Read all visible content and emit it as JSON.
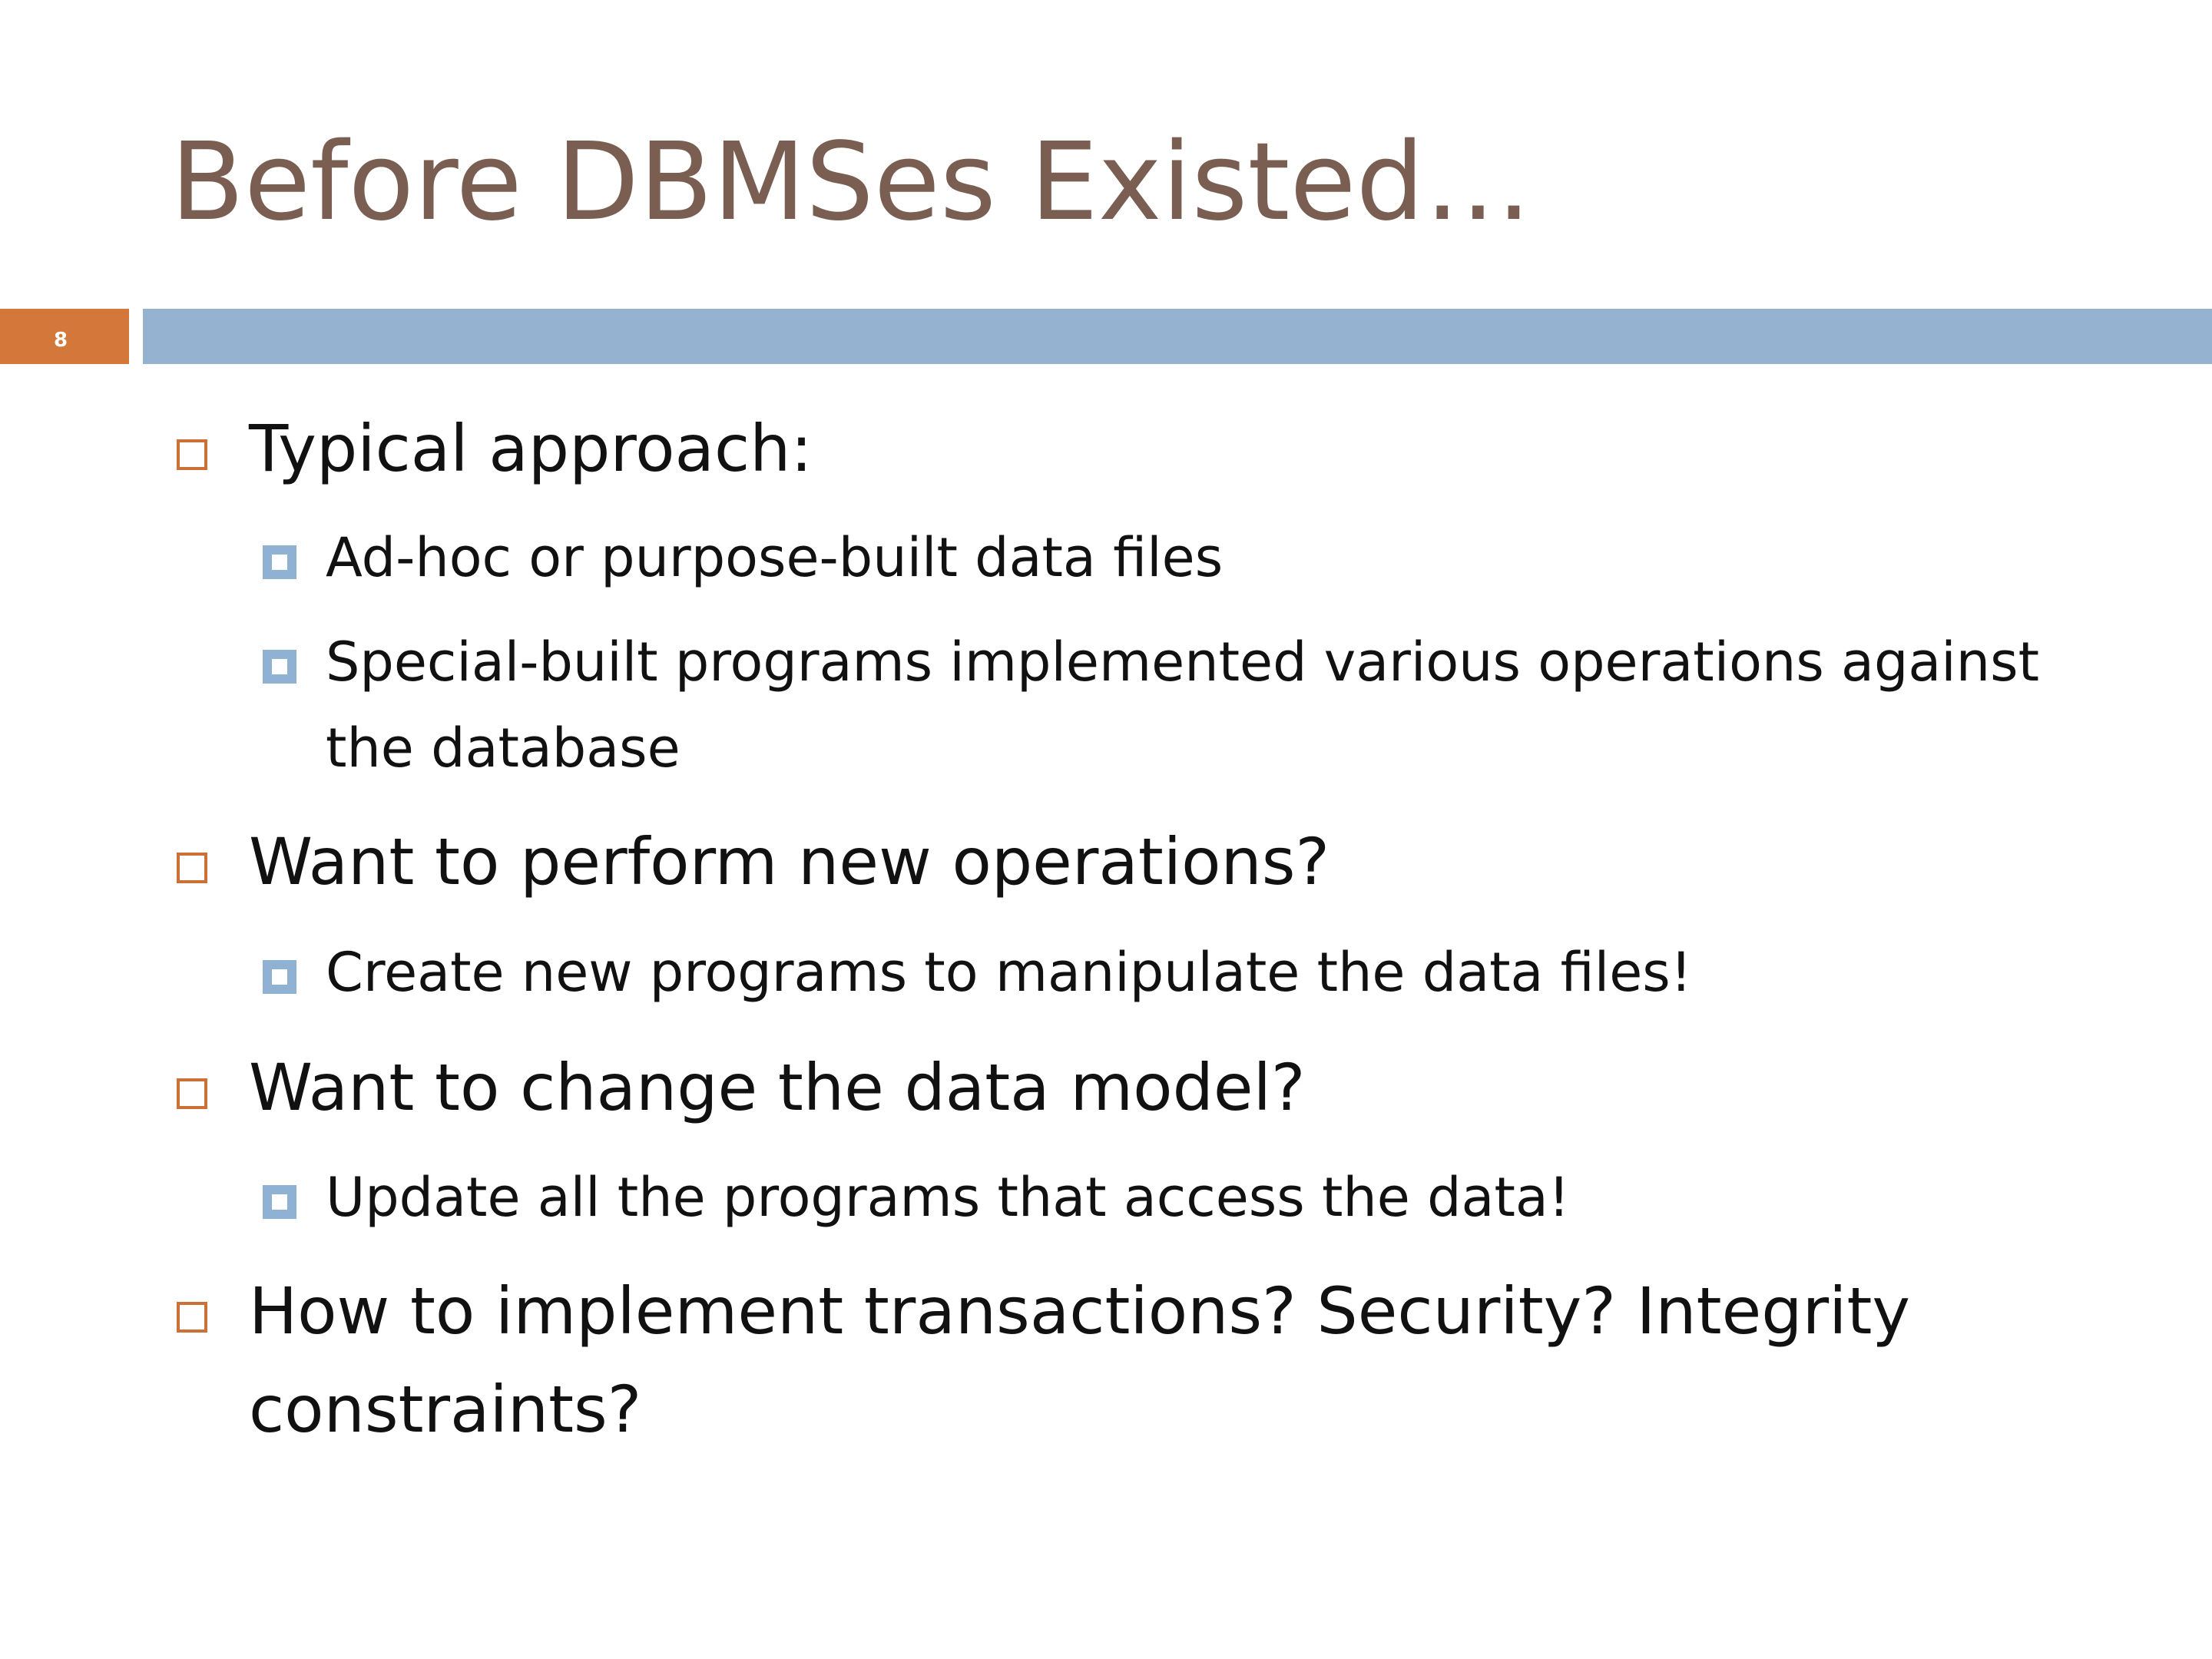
{
  "slide": {
    "title": "Before DBMSes Existed…",
    "number": "8",
    "colors": {
      "title": "#7a5e52",
      "number_box": "#d3773a",
      "divider_bar": "#95b3d0",
      "level1_marker": "#cc7038",
      "level2_marker": "#8fb1d3",
      "body_text": "#111111"
    },
    "bullets": [
      {
        "level": 1,
        "text": "Typical approach:"
      },
      {
        "level": 2,
        "text": "Ad-hoc or purpose-built data files"
      },
      {
        "level": 2,
        "text": "Special-built programs implemented various operations against the database"
      },
      {
        "level": 1,
        "text": "Want to perform new operations?"
      },
      {
        "level": 2,
        "text": "Create new programs to manipulate the data files!"
      },
      {
        "level": 1,
        "text": "Want to change the data model?"
      },
      {
        "level": 2,
        "text": "Update all the programs that access the data!"
      },
      {
        "level": 1,
        "text": "How to implement transactions?  Security?  Integrity constraints?"
      }
    ]
  }
}
